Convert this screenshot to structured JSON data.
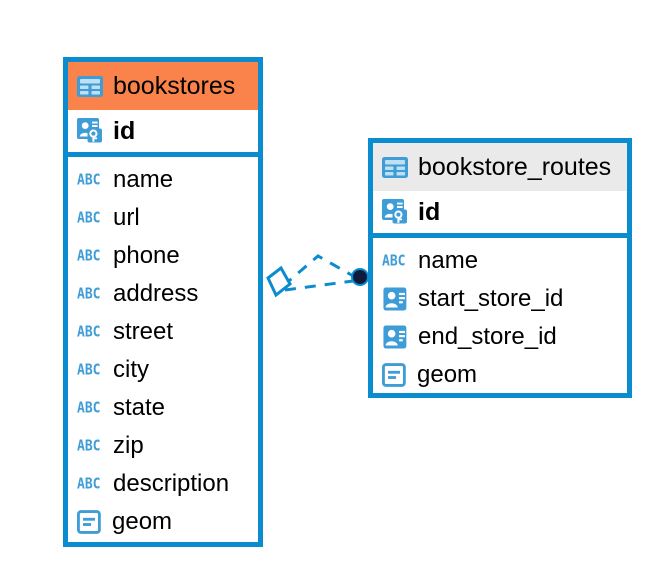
{
  "diagram": {
    "type": "entity-relationship-diagram",
    "background": "#ffffff",
    "colors": {
      "border": "#0B8CCE",
      "header_accent": "#F9834A",
      "header_plain": "#EAEAEA",
      "icon_blue": "#3E9CD6",
      "connector": "#0B8CCE",
      "connector_endpoint": "#0E1B3C",
      "text": "#000000"
    },
    "entities": [
      {
        "id": "bookstores",
        "name": "bookstores",
        "header_style": "accent",
        "table_icon": "table-icon",
        "primary_key": {
          "name": "id",
          "icon": "primary-key-icon"
        },
        "fields": [
          {
            "name": "name",
            "icon": "abc-text-icon",
            "type": "text"
          },
          {
            "name": "url",
            "icon": "abc-text-icon",
            "type": "text"
          },
          {
            "name": "phone",
            "icon": "abc-text-icon",
            "type": "text"
          },
          {
            "name": "address",
            "icon": "abc-text-icon",
            "type": "text"
          },
          {
            "name": "street",
            "icon": "abc-text-icon",
            "type": "text"
          },
          {
            "name": "city",
            "icon": "abc-text-icon",
            "type": "text"
          },
          {
            "name": "state",
            "icon": "abc-text-icon",
            "type": "text"
          },
          {
            "name": "zip",
            "icon": "abc-text-icon",
            "type": "text"
          },
          {
            "name": "description",
            "icon": "abc-text-icon",
            "type": "text"
          },
          {
            "name": "geom",
            "icon": "geometry-icon",
            "type": "geometry"
          }
        ]
      },
      {
        "id": "bookstore_routes",
        "name": "bookstore_routes",
        "header_style": "plain",
        "table_icon": "table-icon",
        "primary_key": {
          "name": "id",
          "icon": "primary-key-icon"
        },
        "fields": [
          {
            "name": "name",
            "icon": "abc-text-icon",
            "type": "text"
          },
          {
            "name": "start_store_id",
            "icon": "foreign-key-icon",
            "type": "reference"
          },
          {
            "name": "end_store_id",
            "icon": "foreign-key-icon",
            "type": "reference"
          },
          {
            "name": "geom",
            "icon": "geometry-icon",
            "type": "geometry"
          }
        ]
      }
    ],
    "relationship": {
      "from": "bookstores",
      "to": "bookstore_routes",
      "from_marker": "diamond-marker",
      "to_marker": "filled-circle-marker",
      "line_style": "dashed"
    }
  }
}
